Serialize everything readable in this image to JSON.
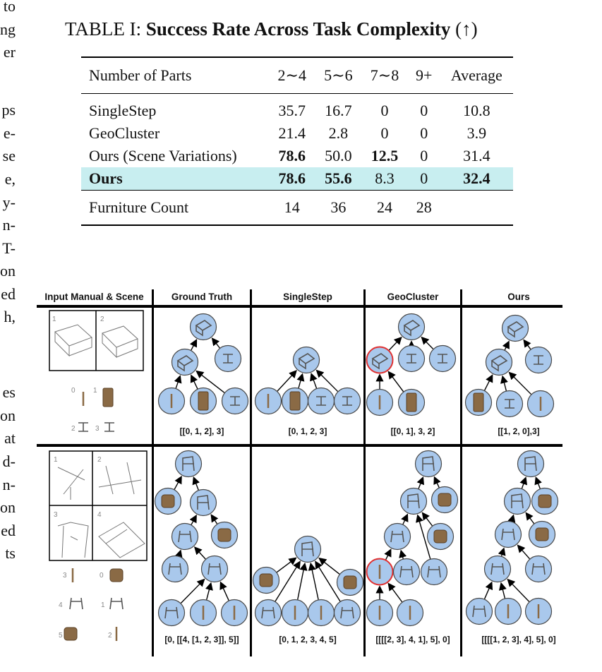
{
  "left_fragments": [
    "to",
    "ng",
    "er",
    "ps",
    "e-",
    "se",
    "e,",
    "y-",
    "n-",
    "T-",
    "on",
    "ed",
    "h,",
    "es",
    "on",
    "at",
    "d-",
    "n-",
    "on",
    "ed",
    "ts"
  ],
  "table": {
    "caption_prefix": "TABLE I: ",
    "caption_bold": "Success Rate Across Task Complexity",
    "caption_suffix": " (↑)",
    "headers": [
      "Number of Parts",
      "2∼4",
      "5∼6",
      "7∼8",
      "9+",
      "Average"
    ],
    "rows": [
      {
        "name": "SingleStep",
        "values": [
          "35.7",
          "16.7",
          "0",
          "0",
          "10.8"
        ]
      },
      {
        "name": "GeoCluster",
        "values": [
          "21.4",
          "2.8",
          "0",
          "0",
          "3.9"
        ]
      },
      {
        "name": "Ours (Scene Variations)",
        "values": [
          "78.6",
          "50.0",
          "12.5",
          "0",
          "31.4"
        ]
      },
      {
        "name": "Ours",
        "values": [
          "78.6",
          "55.6",
          "8.3",
          "0",
          "32.4"
        ]
      }
    ],
    "footer": {
      "name": "Furniture Count",
      "values": [
        "14",
        "36",
        "24",
        "28",
        ""
      ]
    }
  },
  "figure": {
    "column_headers": [
      "Input Manual & Scene",
      "Ground Truth",
      "SingleStep",
      "GeoCluster",
      "Ours"
    ],
    "row1": {
      "manual_step_numbers": [
        "1",
        "2"
      ],
      "part_numbers": [
        "0",
        "1",
        "2",
        "3"
      ],
      "sequences": [
        "[[0, 1, 2], 3]",
        "[0, 1, 2, 3]",
        "[[0, 1], 3, 2]",
        "[[1, 2, 0],3]"
      ]
    },
    "row2": {
      "manual_step_numbers": [
        "1",
        "2",
        "3",
        "4"
      ],
      "part_numbers": [
        "3",
        "0",
        "4",
        "1",
        "5",
        "2"
      ],
      "sequences": [
        "[0, [[4, [1, 2, 3]], 5]]",
        "[0, 1, 2, 3, 4, 5]",
        "[[[[2, 3], 4, 1], 5], 0]",
        "[[[[1, 2, 3], 4], 5], 0]"
      ]
    },
    "colors": {
      "node_fill": "#a9c8ec",
      "node_stroke": "#4a4a4a",
      "error_stroke": "#e03030",
      "wood": "#8a6a45"
    }
  }
}
